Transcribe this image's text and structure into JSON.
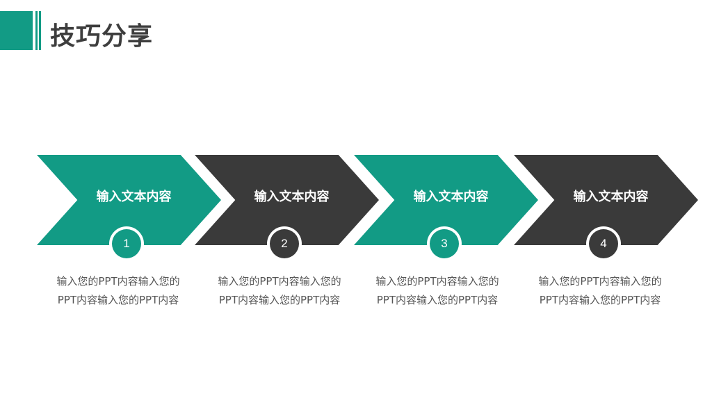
{
  "header": {
    "title": "技巧分享"
  },
  "colors": {
    "accent": "#129b85",
    "dark": "#3a3a3a",
    "title_text": "#3d3d3d",
    "body_text": "#555555"
  },
  "steps": [
    {
      "label": "输入文本内容",
      "number": "1",
      "color": "#129b85",
      "desc_line1": "输入您的PPT内容输入您的",
      "desc_line2": "PPT内容输入您的PPT内容"
    },
    {
      "label": "输入文本内容",
      "number": "2",
      "color": "#3a3a3a",
      "desc_line1": "输入您的PPT内容输入您的",
      "desc_line2": "PPT内容输入您的PPT内容"
    },
    {
      "label": "输入文本内容",
      "number": "3",
      "color": "#129b85",
      "desc_line1": "输入您的PPT内容输入您的",
      "desc_line2": "PPT内容输入您的PPT内容"
    },
    {
      "label": "输入文本内容",
      "number": "4",
      "color": "#3a3a3a",
      "desc_line1": "输入您的PPT内容输入您的",
      "desc_line2": "PPT内容输入您的PPT内容"
    }
  ]
}
